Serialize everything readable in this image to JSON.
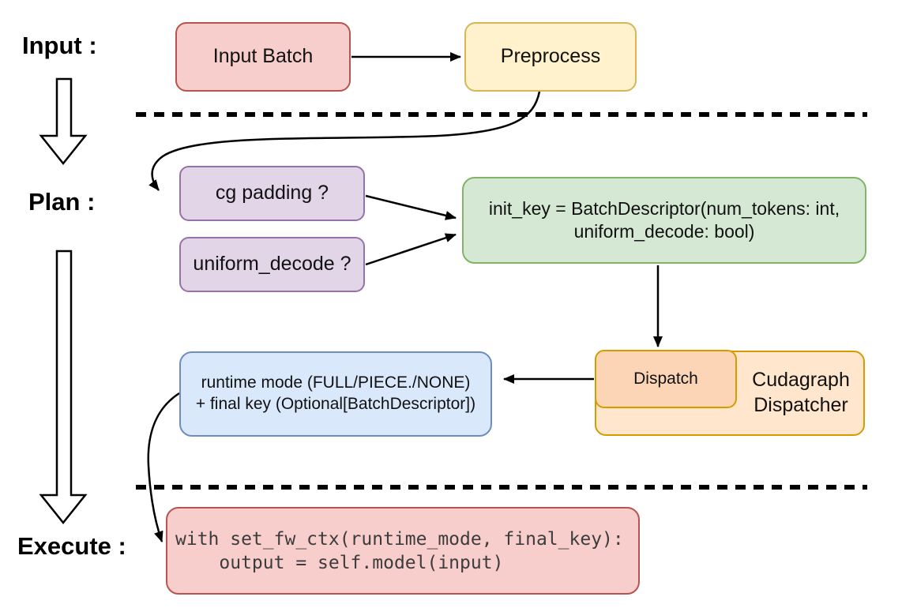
{
  "stages": {
    "input": "Input :",
    "plan": "Plan :",
    "execute": "Execute :"
  },
  "nodes": {
    "input_batch": {
      "label": "Input Batch",
      "fill": "#f8cecc",
      "stroke": "#b85450"
    },
    "preprocess": {
      "label": "Preprocess",
      "fill": "#fff2cc",
      "stroke": "#d6b656"
    },
    "cg_padding": {
      "label": "cg padding ?",
      "fill": "#e1d5e7",
      "stroke": "#9673a6"
    },
    "uniform_decode": {
      "label": "uniform_decode ?",
      "fill": "#e1d5e7",
      "stroke": "#9673a6"
    },
    "init_key": {
      "line1": "init_key = BatchDescriptor(num_tokens: int,",
      "line2": "uniform_decode: bool)",
      "fill": "#d5e8d4",
      "stroke": "#82b366"
    },
    "dispatch": {
      "label": "Dispatch",
      "fill": "#fbd5b5",
      "stroke": "#d79b00"
    },
    "cudagraph_dispatcher": {
      "line1": "Cudagraph",
      "line2": "Dispatcher",
      "fill": "#ffe6cc",
      "stroke": "#d79b00"
    },
    "runtime_mode": {
      "line1": "runtime mode (FULL/PIECE./NONE)",
      "line2": "+ final key (Optional[BatchDescriptor])",
      "fill": "#dae8fc",
      "stroke": "#6c8ebf"
    },
    "execute_code": {
      "line1": "with set_fw_ctx(runtime_mode, final_key):",
      "line2": "    output = self.model(input)",
      "fill": "#f8cecc",
      "stroke": "#b85450"
    }
  },
  "colors": {
    "arrow": "#000000",
    "divider": "#000000",
    "background": "#ffffff",
    "code_text": "#3c3c3c"
  }
}
